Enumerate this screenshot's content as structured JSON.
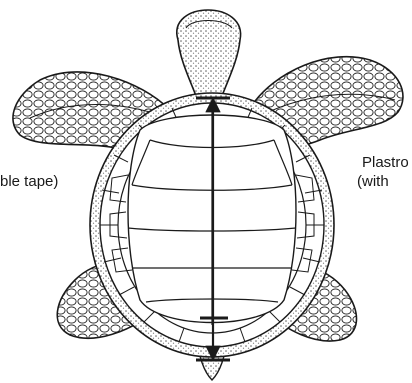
{
  "labels": {
    "left": "ble tape)",
    "right_line1": "Plastro",
    "right_line2": "(with"
  },
  "colors": {
    "ink": "#1a1a1a",
    "stipple": "#6b6b6b",
    "background": "#ffffff"
  },
  "icons": [
    "sea-turtle-plastron-diagram",
    "measurement-arrow"
  ]
}
